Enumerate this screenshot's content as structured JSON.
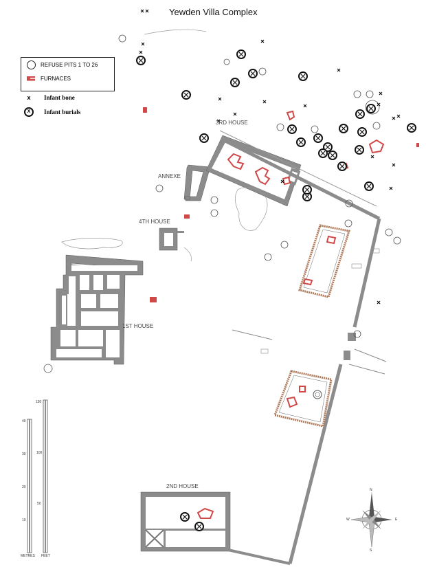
{
  "title": "Yewden Villa Complex",
  "legend": {
    "refuse_pits": "REFUSE PITS 1 TO 26",
    "furnaces": "FURNACES",
    "infant_bone": "Infant bone",
    "infant_burials": "Infant burials"
  },
  "labels": {
    "third_house": "3RD HOUSE",
    "annexe": "ANNEXE",
    "fourth_house": "4TH HOUSE",
    "first_house": "1ST HOUSE",
    "second_house": "2ND HOUSE"
  },
  "scale": {
    "metres": "METRES",
    "feet": "FEET",
    "metre_ticks": [
      "40",
      "30",
      "20",
      "10"
    ],
    "feet_ticks": [
      "150",
      "100",
      "50"
    ]
  },
  "compass": {
    "n": "N",
    "s": "S",
    "e": "E",
    "w": "W"
  },
  "colors": {
    "wall": "#8c8c8c",
    "furnace": "#d04848",
    "ink": "#111111"
  }
}
